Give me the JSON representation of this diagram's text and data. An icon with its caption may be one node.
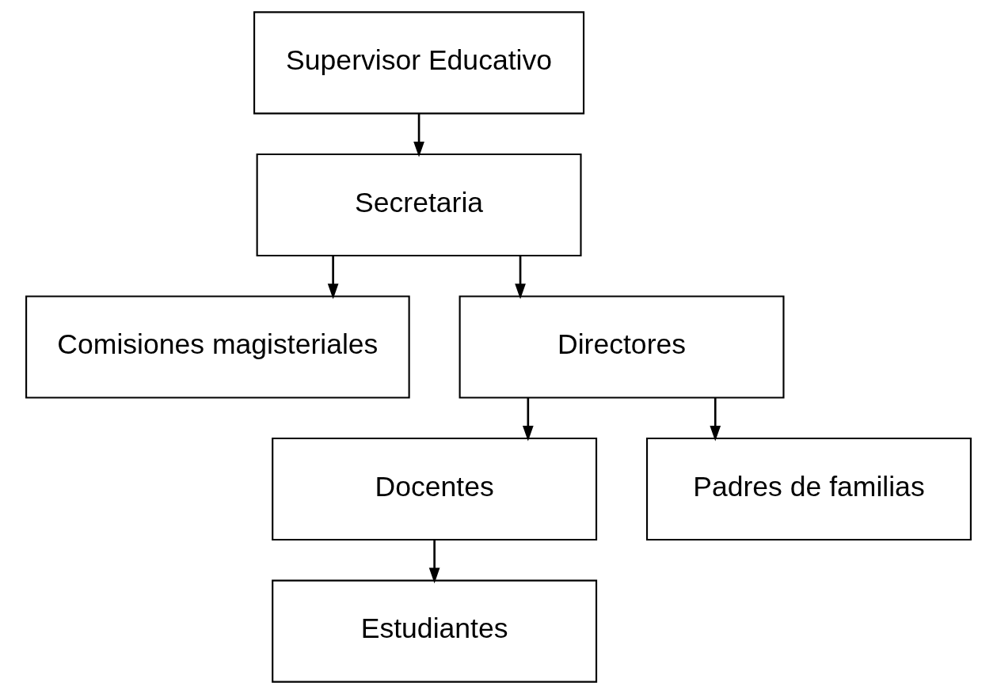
{
  "diagram": {
    "nodes": [
      {
        "text": [
          "Supervisor Educativo"
        ]
      },
      {
        "text": [
          "Secretaria"
        ]
      },
      {
        "text": [
          "Comisiones magisteriales"
        ]
      },
      {
        "text": [
          "Directores"
        ]
      },
      {
        "text": [
          "Docentes"
        ]
      },
      {
        "text": [
          "Padres de familias"
        ]
      },
      {
        "text": [
          "Estudiantes"
        ]
      }
    ],
    "edges": [
      {
        "from": 0,
        "to": 1,
        "arrow": "to"
      },
      {
        "from": 1,
        "to": 2,
        "arrow": "to"
      },
      {
        "from": 1,
        "to": 3,
        "arrow": "to"
      },
      {
        "from": 3,
        "to": 4,
        "arrow": "to"
      },
      {
        "from": 3,
        "to": 5,
        "arrow": "to"
      },
      {
        "from": 4,
        "to": 6,
        "arrow": "to"
      }
    ]
  }
}
